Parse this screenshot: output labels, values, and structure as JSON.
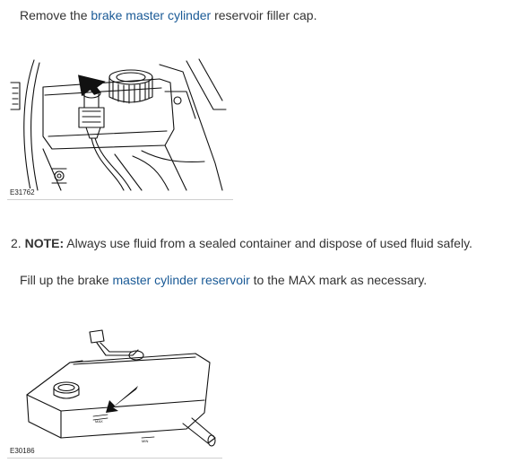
{
  "step1": {
    "prefix": "Remove the ",
    "link": "brake master cylinder",
    "suffix": " reservoir filler cap."
  },
  "figure1": {
    "id": "E31762"
  },
  "step2": {
    "number": "2.",
    "note_label": "NOTE:",
    "note_text": " Always use fluid from a sealed container and dispose of used fluid safely."
  },
  "step2_body": {
    "prefix": "Fill up the brake ",
    "link": "master cylinder reservoir",
    "suffix": " to the MAX mark as necessary."
  },
  "figure2": {
    "id": "E30186",
    "mark_label": "MAX",
    "min_label": "MIN"
  },
  "colors": {
    "link": "#1a5a96",
    "text": "#333333"
  }
}
